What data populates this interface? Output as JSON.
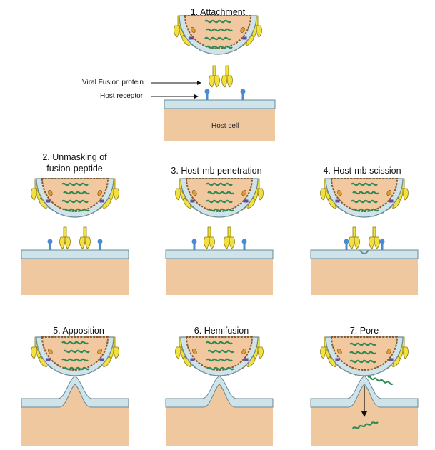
{
  "panels": [
    {
      "number": "1.",
      "title": "Attachment"
    },
    {
      "number": "2.",
      "title_line1": "Unmasking of",
      "title_line2": "fusion-peptide"
    },
    {
      "number": "3.",
      "title": "Host-mb penetration"
    },
    {
      "number": "4.",
      "title": "Host-mb scission"
    },
    {
      "number": "5.",
      "title": "Apposition"
    },
    {
      "number": "6.",
      "title": "Hemifusion"
    },
    {
      "number": "7.",
      "title": "Pore"
    }
  ],
  "labels": {
    "viral_fusion_protein": "Viral Fusion protein",
    "host_receptor": "Host receptor",
    "host_cell": "Host cell"
  },
  "colors": {
    "capsid": "#f2c8a0",
    "capsid_border": "#8a5a2a",
    "envelope": "#cfe3ea",
    "envelope_border": "#6a8a96",
    "spike": "#f2e040",
    "spike_border": "#8a7a10",
    "green_protein": "#6ab890",
    "rna": "#2f8a55",
    "orange_protein": "#e0a030",
    "host_cytoplasm": "#f0c8a0",
    "host_membrane": "#cfe3ea",
    "receptor": "#4a8ad0"
  }
}
